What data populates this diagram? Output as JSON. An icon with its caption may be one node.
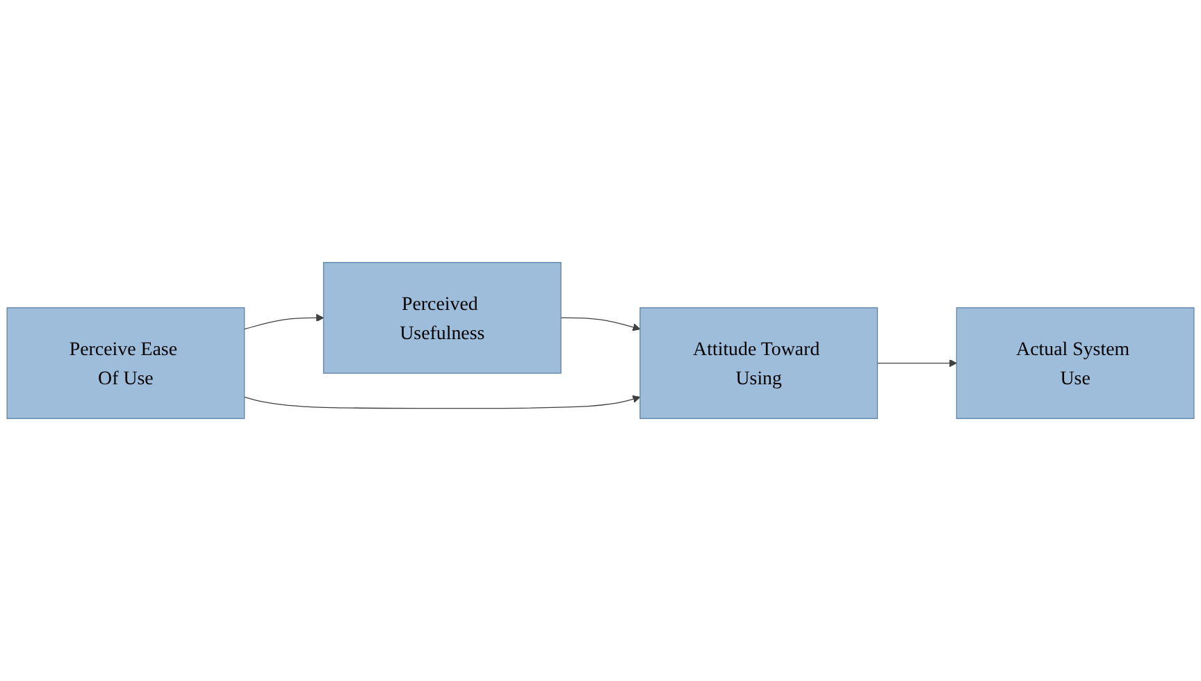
{
  "diagram": {
    "nodes": [
      {
        "text": [
          "Perceived Usefulness"
        ]
      },
      {
        "text": [
          "Attitude Toward Using"
        ]
      },
      {
        "text": [
          "Actual System Use"
        ]
      },
      {
        "text": [
          "Perceive Ease Of Use"
        ]
      }
    ],
    "edges": [
      {
        "from": 3,
        "to": 0,
        "arrow": "to"
      },
      {
        "from": 0,
        "to": 1,
        "arrow": "to"
      },
      {
        "from": 3,
        "to": 1,
        "arrow": "to"
      },
      {
        "from": 1,
        "to": 2,
        "arrow": "to"
      }
    ]
  }
}
